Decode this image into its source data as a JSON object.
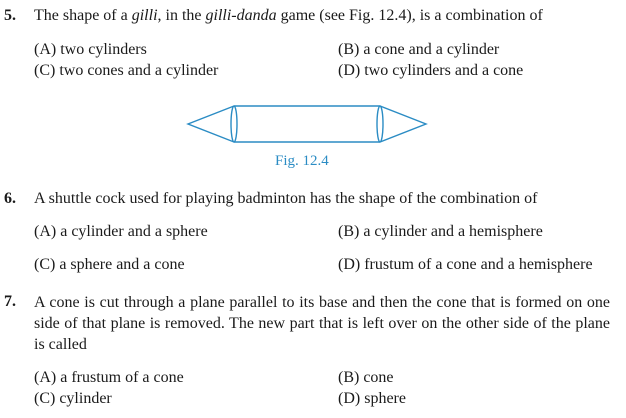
{
  "questions": [
    {
      "number": "5.",
      "text_pre": "The shape of a ",
      "text_em1": "gilli",
      "text_mid": ", in the ",
      "text_em2": "gilli-danda",
      "text_post": " game (see Fig. 12.4), is a combination of",
      "options": [
        "(A) two cylinders",
        "(B) a cone and a cylinder",
        "(C)  two cones and a cylinder",
        "(D) two cylinders and a cone"
      ]
    },
    {
      "number": "6.",
      "text": "A shuttle cock used for playing badminton has the shape of the combination of",
      "options": [
        "(A) a cylinder and a sphere",
        "(B) a cylinder and a hemisphere",
        "(C) a sphere and a cone",
        "(D) frustum of a cone and a hemisphere"
      ]
    },
    {
      "number": "7.",
      "text": "A cone is cut through a plane parallel to its base and then the cone that is formed on one side of that plane is removed. The new part that is left over on the other side of the plane is called",
      "options": [
        "(A) a frustum of a cone",
        "(B) cone",
        "(C) cylinder",
        "(D) sphere"
      ]
    }
  ],
  "figure": {
    "caption": "Fig. 12.4",
    "stroke_color": "#2b8cc4"
  }
}
